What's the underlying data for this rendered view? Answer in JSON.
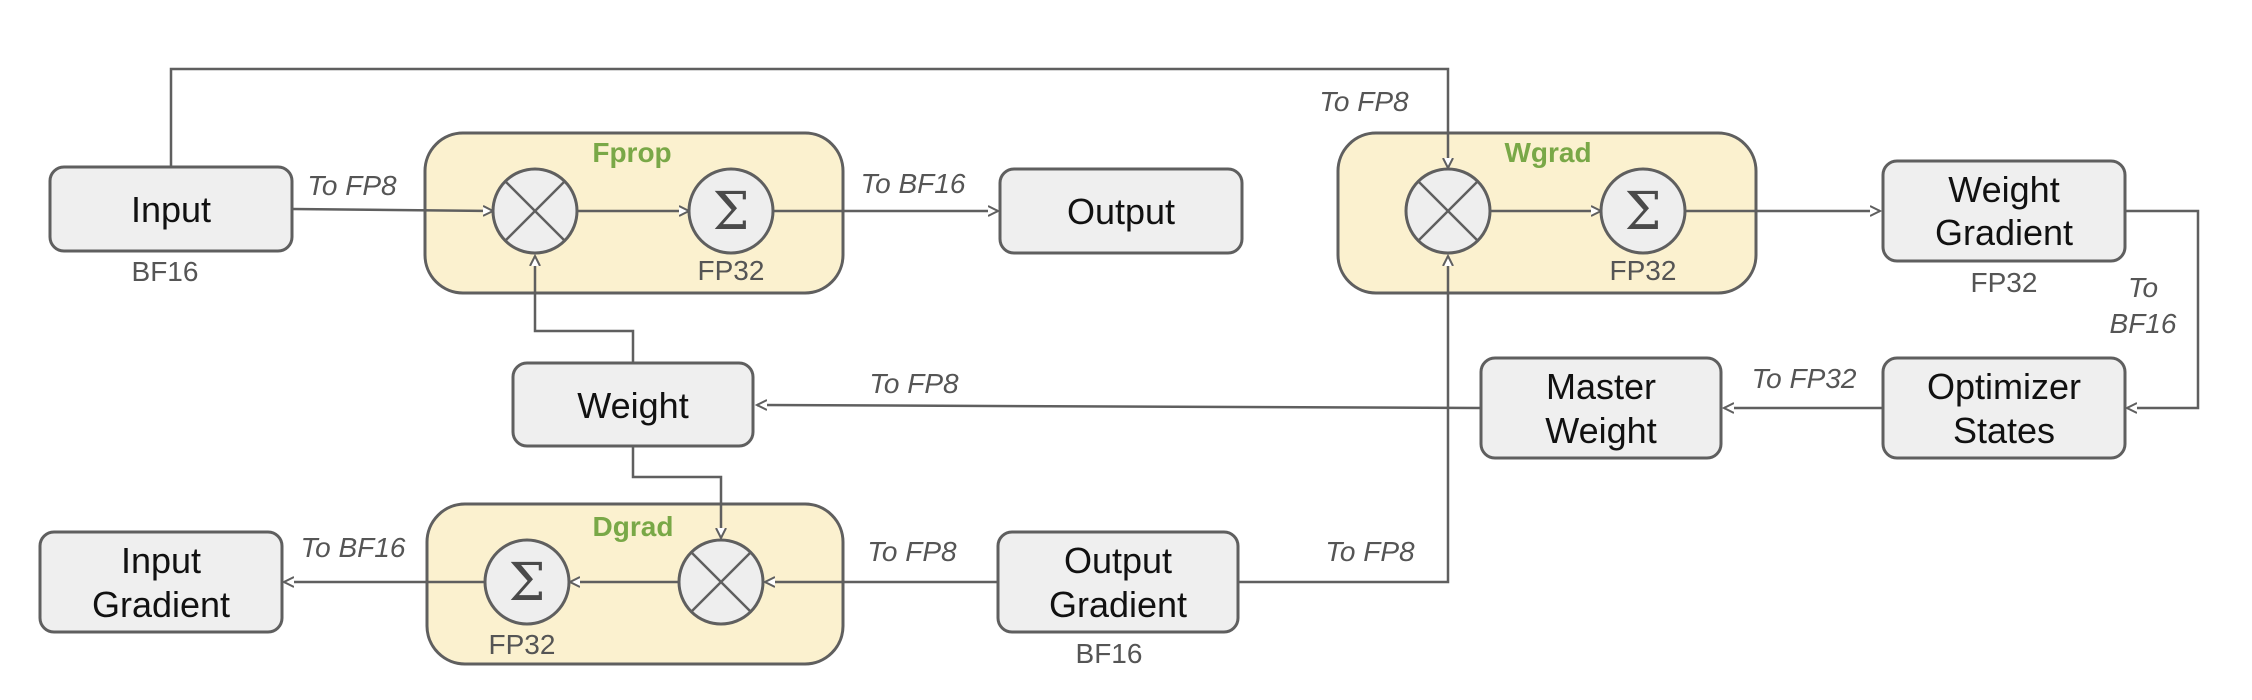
{
  "colors": {
    "group_fill": "#fbf1cf",
    "group_title": "#79a847",
    "node_fill": "#efefef",
    "stroke": "#5f5f5f",
    "text": "#111111",
    "muted_text": "#555555"
  },
  "groups": {
    "fprop": {
      "title": "Fprop",
      "accum_dtype": "FP32"
    },
    "wgrad": {
      "title": "Wgrad",
      "accum_dtype": "FP32"
    },
    "dgrad": {
      "title": "Dgrad",
      "accum_dtype": "FP32"
    }
  },
  "operators": {
    "multiply_icon": "multiply-circle-icon",
    "sum_symbol": "Σ"
  },
  "nodes": {
    "input": {
      "line1": "Input",
      "dtype": "BF16"
    },
    "output": {
      "line1": "Output"
    },
    "weight": {
      "line1": "Weight"
    },
    "weight_gradient": {
      "line1": "Weight",
      "line2": "Gradient",
      "dtype": "FP32"
    },
    "optimizer_states": {
      "line1": "Optimizer",
      "line2": "States"
    },
    "master_weight": {
      "line1": "Master",
      "line2": "Weight"
    },
    "input_gradient": {
      "line1": "Input",
      "line2": "Gradient"
    },
    "output_gradient": {
      "line1": "Output",
      "line2": "Gradient",
      "dtype": "BF16"
    }
  },
  "edges": {
    "input_to_fprop": "To FP8",
    "fprop_to_output": "To BF16",
    "input_to_wgrad": "To FP8",
    "weight_gradient_to_optimizer_line1": "To",
    "weight_gradient_to_optimizer_line2": "BF16",
    "optimizer_to_master": "To FP32",
    "master_to_weight": "To FP8",
    "dgrad_to_input_gradient": "To BF16",
    "output_gradient_to_dgrad": "To FP8",
    "output_gradient_to_wgrad": "To FP8"
  }
}
